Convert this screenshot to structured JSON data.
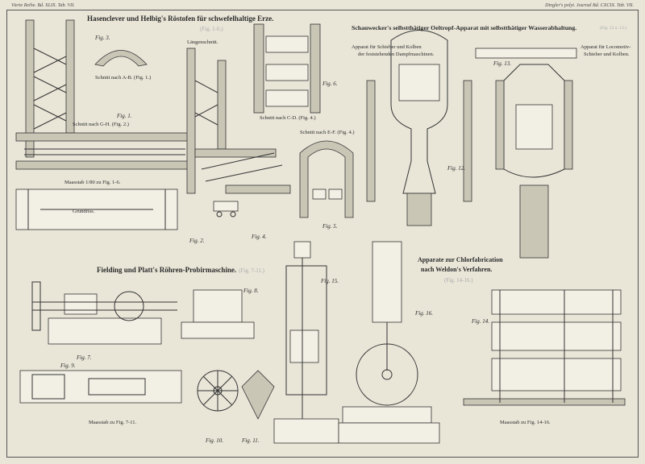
{
  "header": {
    "left": "Vierte Reihe. Bd. XLIX. Tab. VII.",
    "right": "Dingler's polyt. Journal Bd. CXCIX. Tab. VII."
  },
  "sections": [
    {
      "title": "Hasenclever und Helbig's Röstofen für schwefelhaltige Erze.",
      "note": "(Fig. 1-6.)"
    },
    {
      "title": "Schauwecker's selbstthätiger Oeltropf-Apparat mit selbstthätiger Wasserabhaltung.",
      "note": "(Fig. 12 u. 13.)"
    },
    {
      "title": "Fielding und Platt's Röhren-Probirmaschine.",
      "note": "(Fig. 7-11.)"
    },
    {
      "title": "Apparate zur Chlorfabrication",
      "title2": "nach Weldon's Verfahren.",
      "note": "(Fig. 14-16.)"
    }
  ],
  "captions": {
    "schnitt_ab": "Schnitt nach A-B. (Fig. 1.)",
    "schnitt_gh": "Schnitt nach G-H. (Fig. 2.)",
    "schnitt_cd": "Schnitt nach C-D. (Fig. 4.)",
    "schnitt_ef": "Schnitt nach E-F. (Fig. 4.)",
    "laengenschnitt": "Längenschnitt.",
    "grundriss": "Grundriss.",
    "massstab_1_6": "Maasstab 1/80 zu Fig. 1-6.",
    "massstab_7_11": "Maasstab zu Fig. 7-11.",
    "massstab_14_16": "Maasstab zu Fig. 14-16.",
    "apparat_schieber_1": "Apparat für Schieber und Kolben",
    "apparat_schieber_2": "der feststehenden Dampfmaschinen.",
    "apparat_loco_1": "Apparat für Locomotiv-",
    "apparat_loco_2": "Schieber und Kolben."
  },
  "figures": [
    "Fig. 1.",
    "Fig. 2.",
    "Fig. 3.",
    "Fig. 4.",
    "Fig. 5.",
    "Fig. 6.",
    "Fig. 7.",
    "Fig. 8.",
    "Fig. 9.",
    "Fig. 10.",
    "Fig. 11.",
    "Fig. 12.",
    "Fig. 13.",
    "Fig. 14.",
    "Fig. 15.",
    "Fig. 16."
  ]
}
